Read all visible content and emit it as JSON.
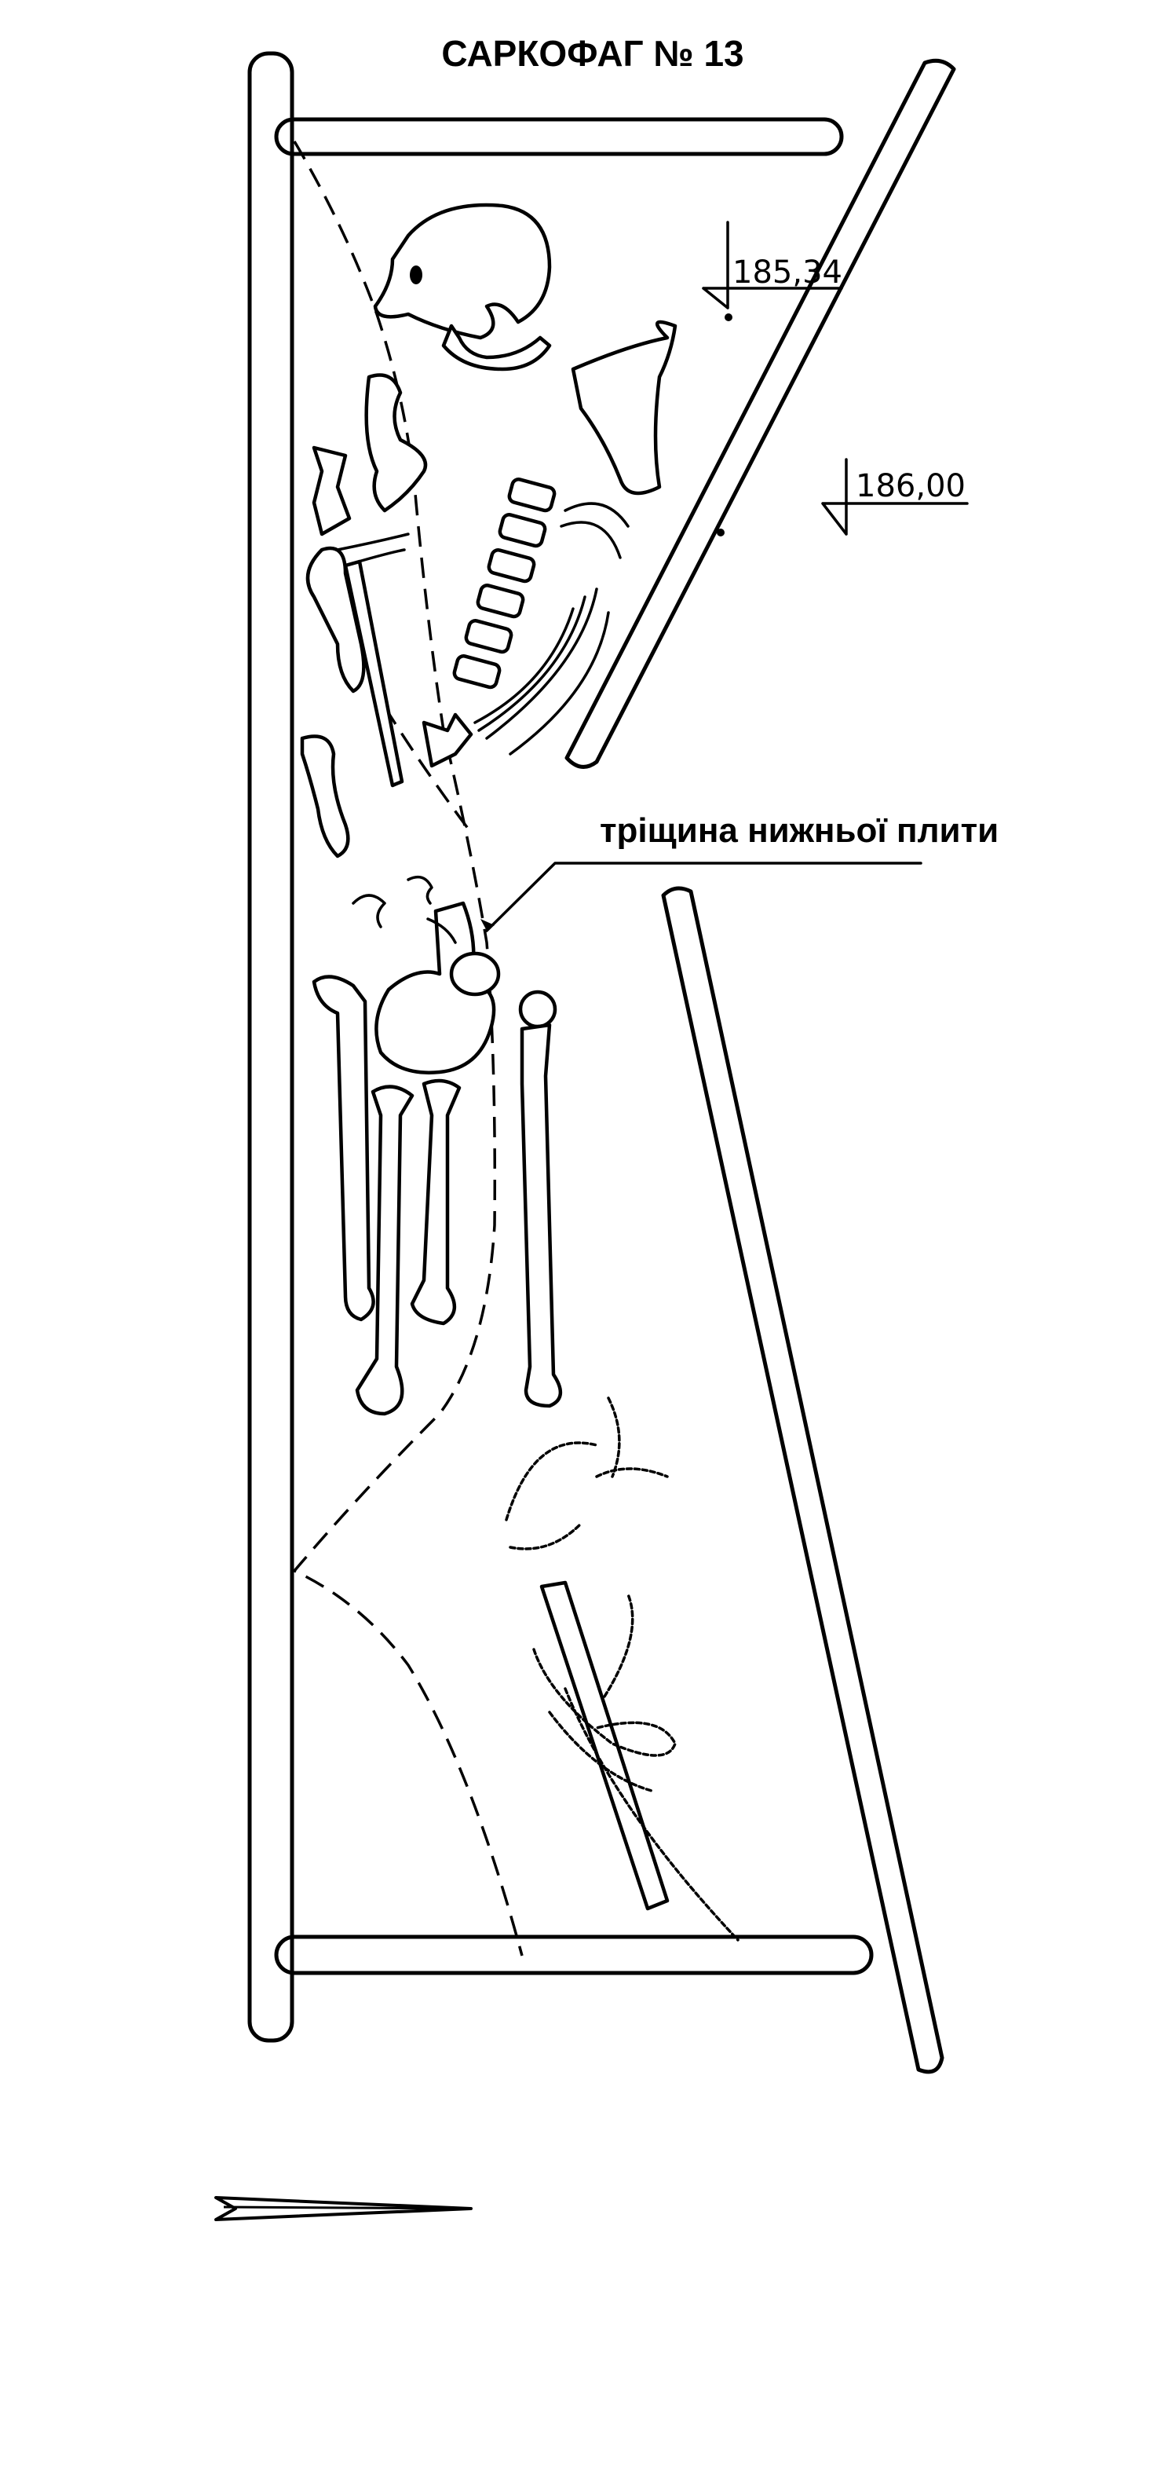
{
  "title": "САРКОФАГ № 13",
  "annotations": {
    "crack_label": "тріщина нижньої плити",
    "elevation_1": "185,34",
    "elevation_2": "186,00"
  },
  "icons": [
    "north-arrow-icon",
    "elevation-mark-icon"
  ]
}
